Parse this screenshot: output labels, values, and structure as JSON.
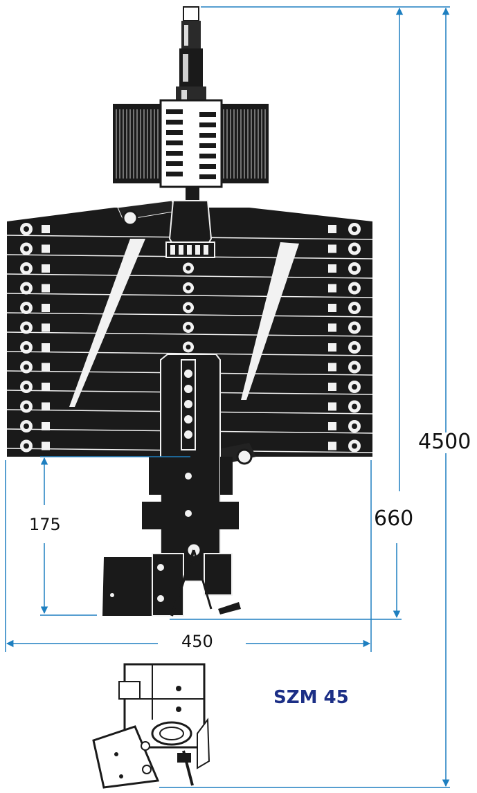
{
  "dimensions": {
    "total_height": "4500",
    "head_height": "660",
    "lower_height": "175",
    "width": "450"
  },
  "model": {
    "name": "SZM 45"
  },
  "colors": {
    "dimension_line": "#1e7fc0",
    "model_label": "#1c2f86",
    "mast_dark": "#1a1a1a",
    "mast_light": "#f2f2f2",
    "text": "#111111"
  }
}
